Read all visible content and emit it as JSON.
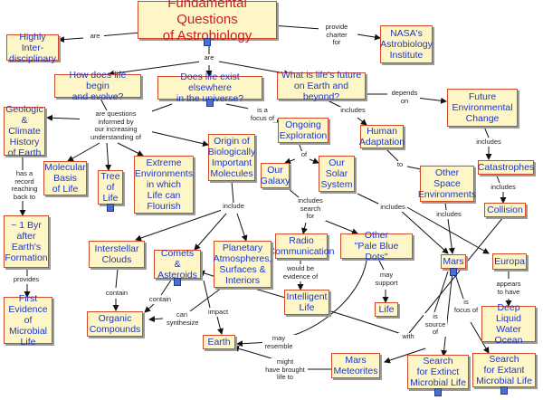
{
  "title": "Fundamental Questions\nof Astrobiology",
  "nodes": {
    "interdisciplinary": "Highly Inter-\ndisciplinary",
    "nasa_institute": "NASA's\nAstrobiology\nInstitute",
    "how_life_begin": "How does life begin\nand evolve?",
    "life_elsewhere": "Does life exist elsewhere\nin the universe?",
    "life_future": "What is life's future\non Earth and beyond?",
    "future_env_change": "Future\nEnvironmental\nChange",
    "geologic_history": "Geologic\n& Climate\nHistory\nof Earth",
    "ongoing_exploration": "Ongoing\nExploration",
    "human_adaptation": "Human\nAdaptation",
    "origin_molecules": "Origin of\nBiologically\nImportant\nMolecules",
    "molecular_basis": "Molecular\nBasis\nof Life",
    "tree_of_life": "Tree\nof\nLife",
    "extreme_env": "Extreme\nEnvironments\nin which\nLife can\nFlourish",
    "our_galaxy": "Our\nGalaxy",
    "our_solar_system": "Our\nSolar\nSystem",
    "other_space_env": "Other\nSpace\nEnvironments",
    "catastrophes": "Catastrophes",
    "collision": "Collision",
    "one_byr": "~ 1 Byr\nafter\nEarth's\nFormation",
    "radio_comm": "Radio\nCommunication",
    "pale_blue_dots": "Other\n\"Pale Blue Dots\"",
    "interstellar_clouds": "Interstellar\nClouds",
    "comets_asteroids": "Comets &\nAsteroids",
    "planetary_atmo": "Planetary\nAtmospheres,\nSurfaces &\nInteriors",
    "mars": "Mars",
    "europa": "Europa",
    "intelligent_life": "Intelligent\nLife",
    "life": "Life",
    "deep_ocean": "Deep\nLiquid Water\nOcean",
    "first_evidence": "First\nEvidence\nof Microbial\nLife",
    "organic_compounds": "Organic\nCompounds",
    "earth": "Earth",
    "mars_meteorites": "Mars\nMeteorites",
    "extinct_life": "Search\nfor Extinct\nMicrobial Life",
    "extant_life": "Search\nfor Extant\nMicrobial Life"
  },
  "links": {
    "are1": "are",
    "provide": "provide\ncharter\nfor",
    "are2": "are",
    "questions_informed": "are questions\ninformed by\nour increasing\nunderstanding of",
    "is_focus": "is a\nfocus of",
    "depends_on": "depends\non",
    "includes_hum": "includes",
    "includes_cat": "includes",
    "of": "of",
    "to": "to",
    "includes_col": "includes",
    "has_record": "has a\nrecord\nreaching\nback to",
    "include": "include",
    "includes_search": "includes\nsearch\nfor",
    "includes_ss": "includes",
    "includes_ose": "includes",
    "provides": "provides",
    "would_be": "would be\nevidence of",
    "may_support": "may\nsupport",
    "contain1": "contain",
    "contain2": "contain",
    "impact": "impact",
    "can_synthesize": "can\nsynthesize",
    "appears": "appears\nto have",
    "is_focus_of": "is\nfocus of",
    "is_source": "is\nsource\nof",
    "may_resemble": "may\nresemble",
    "with": "with",
    "brought": "might\nhave brought\nlife to"
  }
}
